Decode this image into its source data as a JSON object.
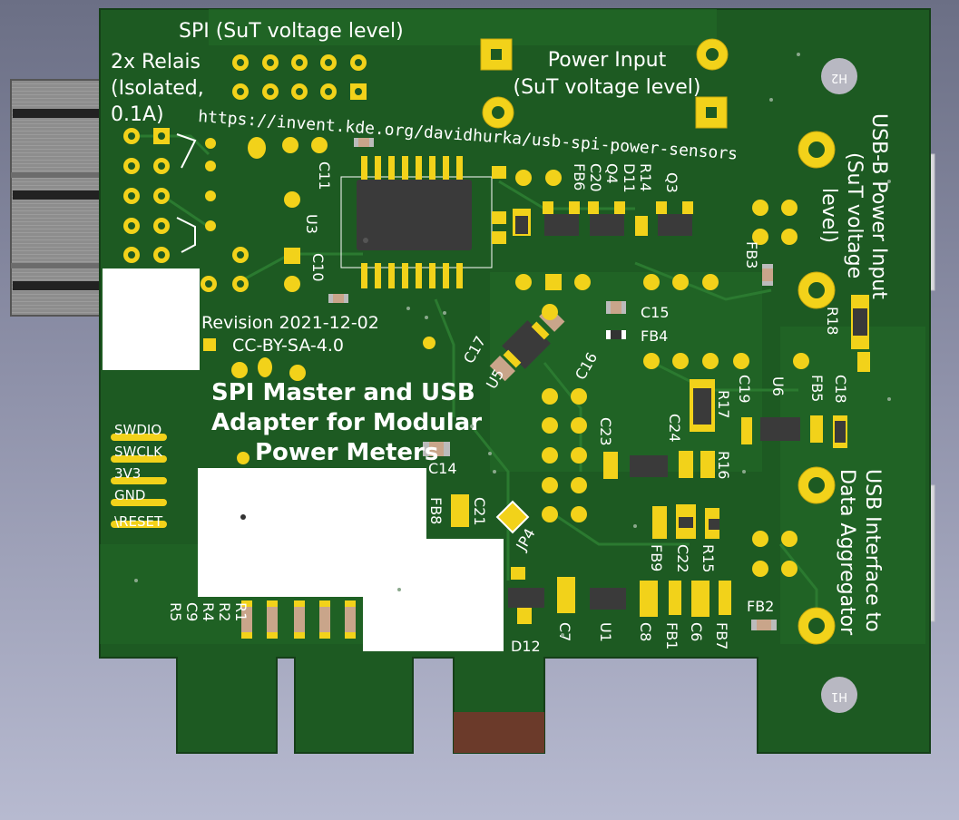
{
  "board": {
    "labels": {
      "spi": "SPI (SuT voltage level)",
      "relais_1": "2x Relais",
      "relais_2": "(Isolated,",
      "relais_3": "0.1A)",
      "power_1": "Power Input",
      "power_2": "(SuT voltage level)",
      "url": "https://invent.kde.org/davidhurka/usb-spi-power-sensors",
      "revision": "Revision 2021-12-02",
      "license": "CC-BY-SA-4.0",
      "title_1": "SPI Master and USB",
      "title_2": "Adapter for Modular",
      "title_3": "Power Meters",
      "usb_b_1": "USB-B Power Input",
      "usb_b_2": "(SuT voltage",
      "usb_b_3": "level)",
      "usb_if_1": "USB Interface to",
      "usb_if_2": "Data Aggregator",
      "h1": "H1",
      "h2": "H2",
      "swd_swdio": "SWDIO",
      "swd_swclk": "SWCLK",
      "swd_3v3": "3V3",
      "swd_gnd": "GND",
      "swd_reset": "\\RESET"
    },
    "refs": {
      "C11": "C11",
      "U3": "U3",
      "C10": "C10",
      "FB6": "FB6",
      "C20": "C20",
      "Q4": "Q4",
      "D11": "D11",
      "R14": "R14",
      "Q3": "Q3",
      "FB3": "FB3",
      "R18": "R18",
      "C15": "C15",
      "FB4": "FB4",
      "C17": "C17",
      "U5": "U5",
      "C16": "C16",
      "C19": "C19",
      "U6": "U6",
      "FB5": "FB5",
      "C18": "C18",
      "R17": "R17",
      "C23": "C23",
      "C24": "C24",
      "R16": "R16",
      "C14": "C14",
      "FB8": "FB8",
      "C21": "C21",
      "JP4": "JP4",
      "FB9": "FB9",
      "C22": "C22",
      "R15": "R15",
      "D12": "D12",
      "C7": "C7",
      "U1": "U1",
      "C8": "C8",
      "FB1": "FB1",
      "C6": "C6",
      "FB7": "FB7",
      "FB2": "FB2",
      "R1": "R1",
      "R2": "R2",
      "R4": "R4",
      "C9": "C9",
      "R5": "R5"
    },
    "colors": {
      "pcb": "#1d5a22",
      "pcb_trace": "#236b28",
      "silkscreen": "#ffffff",
      "pad_gold": "#f2d21a",
      "ic_body": "#3a3a3a",
      "connector_metal": "#8a8a8a",
      "edge_copper": "#6b3a2a"
    }
  }
}
